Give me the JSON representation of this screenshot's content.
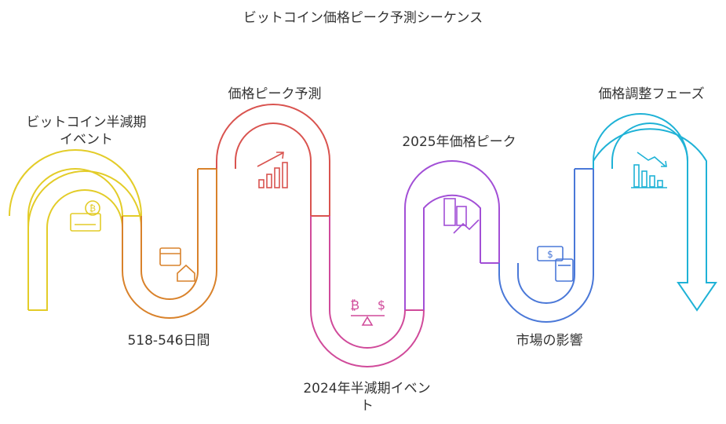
{
  "title": "ビットコイン価格ピーク予測シーケンス",
  "steps": [
    {
      "label_line1": "ビットコイン半減期",
      "label_line2": "イベント",
      "icon": "bitcoin-mining-rig-icon",
      "color": "#e3cc28"
    },
    {
      "label_line1": "518-546日間",
      "label_line2": "",
      "icon": "calendar-house-icon",
      "color": "#d9822b"
    },
    {
      "label_line1": "価格ピーク予測",
      "label_line2": "",
      "icon": "rising-bar-chart-icon",
      "color": "#d9534f"
    },
    {
      "label_line1": "2024年半減期イベン",
      "label_line2": "ト",
      "icon": "currency-balance-scale-icon",
      "color": "#d04a9a"
    },
    {
      "label_line1": "2025年価格ピーク",
      "label_line2": "",
      "icon": "buildings-trend-icon",
      "color": "#a24fd6"
    },
    {
      "label_line1": "市場の影響",
      "label_line2": "",
      "icon": "cash-calculator-icon",
      "color": "#4a78d8"
    },
    {
      "label_line1": "価格調整フェーズ",
      "label_line2": "",
      "icon": "falling-bar-chart-icon",
      "color": "#1fb2d6"
    }
  ]
}
